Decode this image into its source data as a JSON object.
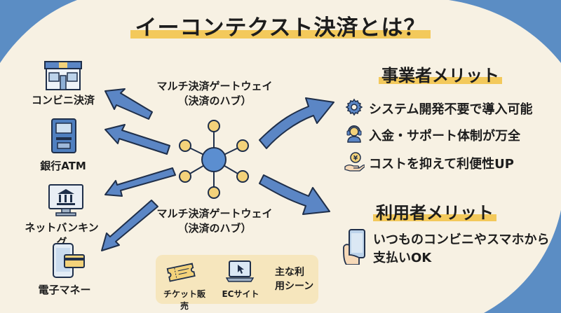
{
  "title": "イーコンテクスト決済とは？",
  "left_items": [
    {
      "label": "コンビニ決済",
      "icon": "convenience-store-icon"
    },
    {
      "label": "銀行ATM",
      "icon": "atm-icon"
    },
    {
      "label": "ネットバンキング",
      "icon": "bank-computer-icon"
    },
    {
      "label": "電子マネー",
      "icon": "smartphone-card-icon"
    }
  ],
  "hub": {
    "top_label_line1": "マルチ決済ゲートウェイ",
    "top_label_line2": "（決済のハブ）",
    "bottom_label_line1": "マルチ決済ゲートウェイ",
    "bottom_label_line2": "（決済のハブ）"
  },
  "business": {
    "title": "事業者メリット",
    "items": [
      {
        "text": "システム開発不要で導入可能",
        "icon": "gear-icon"
      },
      {
        "text": "入金・サポート体制が万全",
        "icon": "support-headset-icon"
      },
      {
        "text": "コストを抑えて利便性UP",
        "icon": "yen-coin-hand-icon"
      }
    ]
  },
  "user": {
    "title": "利用者メリット",
    "line1": "いつものコンビニやスマホから",
    "line2": "支払いOK",
    "icon": "hand-smartphone-icon"
  },
  "scenes": {
    "title_line1": "主な利",
    "title_line2": "用シーン",
    "items": [
      {
        "label": "チケット販売",
        "icon": "ticket-icon"
      },
      {
        "label": "ECサイト",
        "icon": "laptop-cursor-icon"
      }
    ]
  },
  "colors": {
    "background": "#f7f1e3",
    "corner_blue": "#5b8dc4",
    "arrow_blue": "#5b86c5",
    "highlight": "#f3c95b",
    "hub_blue": "#5b8ed0",
    "node_yellow": "#f3d27a",
    "scene_box": "#f6e6bd"
  }
}
